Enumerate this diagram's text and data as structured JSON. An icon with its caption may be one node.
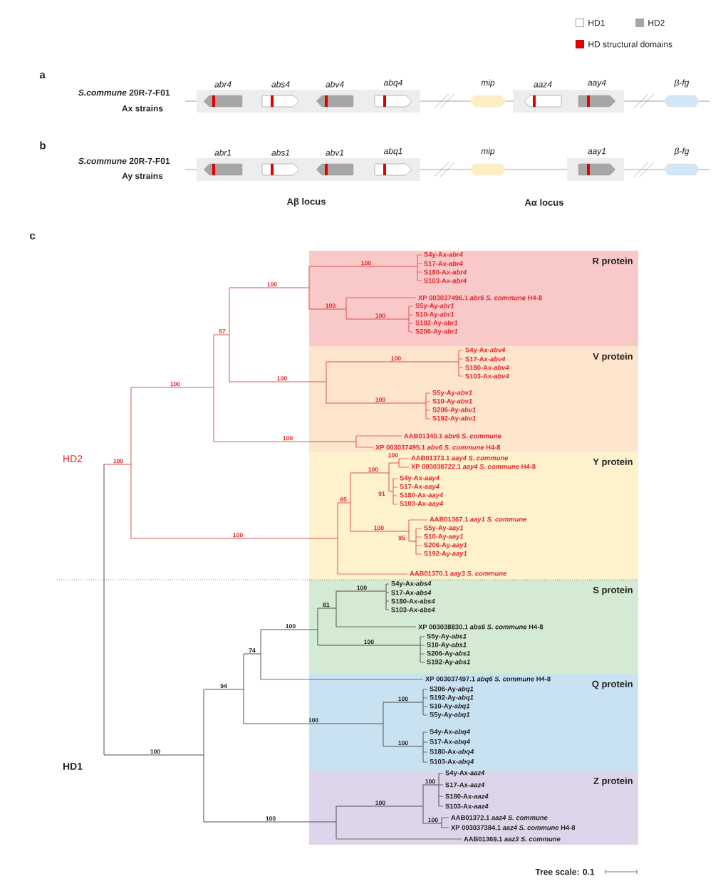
{
  "diagram": {
    "nodes": [
      {
        "text": [
          "abr4"
        ]
      },
      {
        "text": [
          "abs4"
        ]
      },
      {
        "text": [
          "abv4"
        ]
      },
      {
        "text": [
          "abq4"
        ]
      },
      {
        "text": [
          "mip"
        ]
      },
      {
        "text": [
          "aaz4"
        ]
      },
      {
        "text": [
          "aay4"
        ]
      },
      {
        "text": [
          "β-fg"
        ]
      },
      {
        "text": [
          "abr1"
        ]
      },
      {
        "text": [
          "abs1"
        ]
      },
      {
        "text": [
          "abv1"
        ]
      },
      {
        "text": [
          "abq1"
        ]
      },
      {
        "text": [
          "mip"
        ]
      },
      {
        "text": [
          "aay1"
        ]
      },
      {
        "text": [
          "β-fg"
        ]
      }
    ],
    "labels": [
      "a",
      "*S.commune* 20R-7-F01",
      "Ax strains",
      "b",
      "*S.commune* 20R-7-F01",
      "Ay strains",
      "Aβ locus",
      "Aα locus",
      "c",
      "HD2",
      "S4y-Ax-*abr4*",
      "S17-Ax-*abr4*",
      "S180-Ax-*abr4*",
      "S103-Ax-*abr4*",
      "XP 003037496.1 *abr6 S. commune* H4-8",
      "S5y-Ay-*abr1*",
      "S10-Ay-*abr1*",
      "S192-Ay-*abr1*",
      "S206-Ay-*abr1*",
      "S4y-Ax-*abv4*",
      "S17-Ax-*abv4*",
      "S180-Ax-*abv4*",
      "S103-Ax-*abv4*",
      "S5y-Ay-*abv1*",
      "S10-Ay-*abv1*",
      "S206-Ay-*abv1*",
      "S192-Ay-*abv1*",
      "AAB01340.1 *abv6 S. commune*",
      "XP 003037495.1 *abv6 S. commune* H4-8",
      "AAB01373.1 *aay4 S. commune*",
      "XP 003038722.1 *aay4 S. commune* H4-8",
      "S4y-Ax-*aay4*",
      "S17-Ax-*aay4*",
      "S180-Ax-*aay4*",
      "S103-Ax-*aay4*",
      "AAB01367.1 *aay1 S. commune*",
      "S5y-Ay-*aay1*",
      "S10-Ay-*aay1*",
      "S206-Ay-*aay1*",
      "S192-Ay-*aay1*",
      "AAB01370.1 *aay3 S. commune*",
      "S4y-Ax-*abs4*",
      "S17-Ax-*abs4*",
      "S180-Ax-*abs4*",
      "S103-Ax-*abs4*",
      "XP 003038830.1 *abs6 S. commune* H4-8",
      "S5y-Ay-*abs1*",
      "S10-Ay-*abs1*",
      "S206-Ay-*abs1*",
      "S192-Ay-*abs1*",
      "XP 003037497.1 *abq6 S. commune* H4-8",
      "S206-Ay-*abq1*",
      "S192-Ay-*abq1*",
      "S10-Ay-*abq1*",
      "S5y-Ay-*abq1*",
      "S4y-Ax-*abq4*",
      "S17-Ax-*abq4*",
      "S180-Ax-*abq4*",
      "S103-Ax-*abq4*",
      "S4y-Ax-*aaz4*",
      "S17-Ax-*aaz4*",
      "S180-Ax-*aaz4*",
      "S103-Ax-*aaz4*",
      "AAB01372.1 *aaz4 S. commune*",
      "XP 003037384.1 *aaz4 S. commune* H4-8",
      "AAB01369.1 *aaz3 S. commune*",
      "HD1",
      "100",
      "100",
      "57",
      "100",
      "100",
      "100",
      "100",
      "100",
      "100",
      "100",
      "100",
      "100",
      "65",
      "100",
      "100",
      "91",
      "100",
      "95",
      "100",
      "94",
      "74",
      "100",
      "81",
      "100",
      "100",
      "100",
      "100",
      "100",
      "100",
      "100",
      "100",
      "100",
      "Tree scale: 0.1",
      "R protein",
      "V protein",
      "Y protein",
      "S protein",
      "Q protein",
      "Z protein"
    ],
    "legend": [
      {
        "text": "HD1"
      },
      {
        "text": "HD2",
        "color": "#a6a6a6"
      },
      {
        "text": "HD structural domains",
        "color": "#e00000"
      }
    ]
  }
}
